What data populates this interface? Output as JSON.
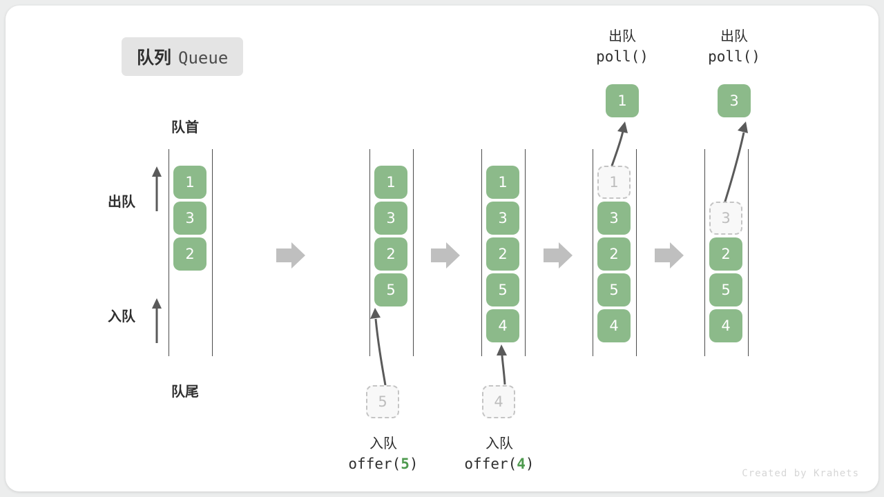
{
  "title": {
    "cn": "队列",
    "en": "Queue"
  },
  "labels": {
    "front": "队首",
    "rear": "队尾",
    "dequeue": "出队",
    "enqueue": "入队"
  },
  "credit": "Created by Krahets",
  "colors": {
    "cell_fill": "#8cba8a",
    "cell_text": "#ffffff",
    "ghost_fill": "#f8f8f8",
    "ghost_border": "#c4c4c4",
    "ghost_text": "#bdbdbd",
    "rail": "#4a4a4a",
    "step_arrow": "#bfbfbf",
    "thin_arrow": "#5a5a5a",
    "accent_number": "#4e9a4e",
    "badge_bg": "#e4e4e4",
    "canvas_bg": "#ffffff",
    "page_bg": "#eceded"
  },
  "stages": [
    {
      "id": "stage-1",
      "cells": [
        {
          "value": "1",
          "state": "filled"
        },
        {
          "value": "3",
          "state": "filled"
        },
        {
          "value": "2",
          "state": "filled"
        }
      ],
      "side_labels": {
        "dequeue": "出队",
        "enqueue": "入队"
      },
      "top_label": "队首",
      "bottom_label": "队尾"
    },
    {
      "id": "stage-2",
      "cells": [
        {
          "value": "1",
          "state": "filled"
        },
        {
          "value": "3",
          "state": "filled"
        },
        {
          "value": "2",
          "state": "filled"
        },
        {
          "value": "5",
          "state": "filled"
        }
      ],
      "incoming": {
        "value": "5",
        "state": "ghost"
      },
      "caption": {
        "line1": "入队",
        "fn_prefix": "offer(",
        "fn_arg": "5",
        "fn_suffix": ")"
      }
    },
    {
      "id": "stage-3",
      "cells": [
        {
          "value": "1",
          "state": "filled"
        },
        {
          "value": "3",
          "state": "filled"
        },
        {
          "value": "2",
          "state": "filled"
        },
        {
          "value": "5",
          "state": "filled"
        },
        {
          "value": "4",
          "state": "filled"
        }
      ],
      "incoming": {
        "value": "4",
        "state": "ghost"
      },
      "caption": {
        "line1": "入队",
        "fn_prefix": "offer(",
        "fn_arg": "4",
        "fn_suffix": ")"
      }
    },
    {
      "id": "stage-4",
      "cells": [
        {
          "value": "1",
          "state": "ghost"
        },
        {
          "value": "3",
          "state": "filled"
        },
        {
          "value": "2",
          "state": "filled"
        },
        {
          "value": "5",
          "state": "filled"
        },
        {
          "value": "4",
          "state": "filled"
        }
      ],
      "outgoing": {
        "value": "1",
        "state": "filled"
      },
      "caption": {
        "line1": "出队",
        "fn_prefix": "poll(",
        "fn_arg": "",
        "fn_suffix": ")"
      }
    },
    {
      "id": "stage-5",
      "cells": [
        {
          "value": "",
          "state": "empty"
        },
        {
          "value": "3",
          "state": "ghost"
        },
        {
          "value": "2",
          "state": "filled"
        },
        {
          "value": "5",
          "state": "filled"
        },
        {
          "value": "4",
          "state": "filled"
        }
      ],
      "outgoing": {
        "value": "3",
        "state": "filled"
      },
      "caption": {
        "line1": "出队",
        "fn_prefix": "poll(",
        "fn_arg": "",
        "fn_suffix": ")"
      }
    }
  ],
  "step_arrows": [
    {
      "id": "step-arrow-1"
    },
    {
      "id": "step-arrow-2"
    },
    {
      "id": "step-arrow-3"
    },
    {
      "id": "step-arrow-4"
    }
  ]
}
